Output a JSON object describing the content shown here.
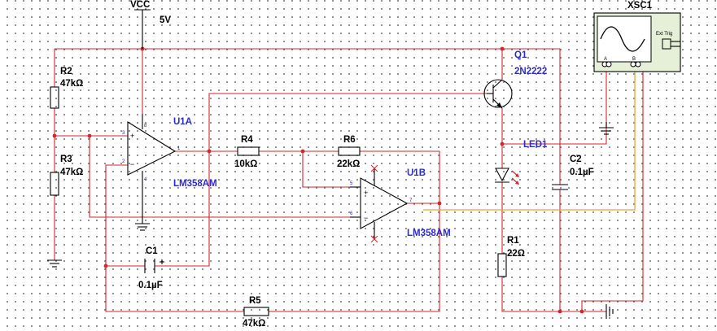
{
  "power": {
    "label": "VCC",
    "value": "5V"
  },
  "resistors": {
    "r1": {
      "ref": "R1",
      "value": "22Ω"
    },
    "r2": {
      "ref": "R2",
      "value": "47kΩ"
    },
    "r3": {
      "ref": "R3",
      "value": "47kΩ"
    },
    "r4": {
      "ref": "R4",
      "value": "10kΩ"
    },
    "r5": {
      "ref": "R5",
      "value": "47kΩ"
    },
    "r6": {
      "ref": "R6",
      "value": "22kΩ"
    }
  },
  "capacitors": {
    "c1": {
      "ref": "C1",
      "value": "0.1µF"
    },
    "c2": {
      "ref": "C2",
      "value": "0.1µF"
    }
  },
  "opamps": {
    "u1a": {
      "ref": "U1A",
      "model": "LM358AM"
    },
    "u1b": {
      "ref": "U1B",
      "model": "LM358AM"
    }
  },
  "transistor": {
    "ref": "Q1",
    "model": "2N2222"
  },
  "led": {
    "ref": "LED1"
  },
  "scope": {
    "ref": "XSC1",
    "trig_label": "Ext Trig",
    "ch_a": "A",
    "ch_b": "B"
  },
  "colors": {
    "wire": "#d4262c",
    "probe": "#f0a030",
    "label_blue": "#2b2bd0"
  }
}
